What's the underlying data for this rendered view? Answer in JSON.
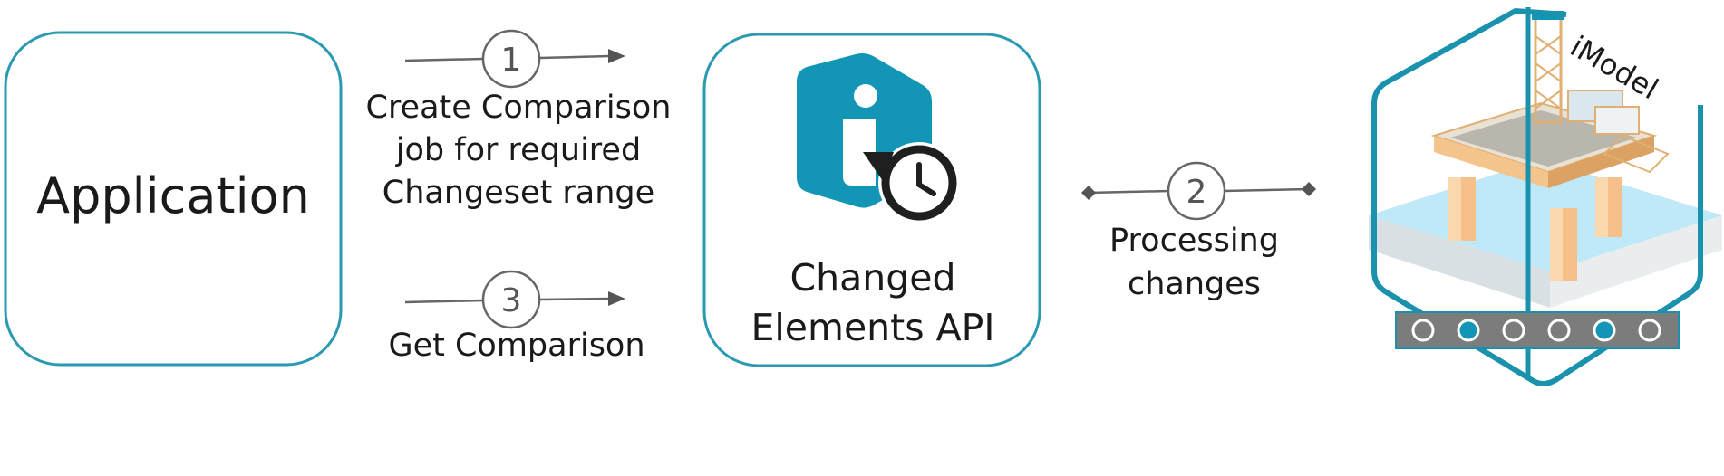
{
  "application": {
    "label": "Application"
  },
  "steps": [
    {
      "number": "1",
      "lines": [
        "Create Comparison",
        "job for required",
        "Changeset range"
      ]
    },
    {
      "number": "2",
      "lines": [
        "Processing",
        "changes"
      ]
    },
    {
      "number": "3",
      "lines": [
        "Get Comparison"
      ]
    }
  ],
  "api": {
    "label_lines": [
      "Changed",
      "Elements API"
    ],
    "icon": "changed-elements-info-history-icon"
  },
  "imodel": {
    "label": "iModel",
    "icon": "offshore-platform-icon",
    "changeset_dots": [
      false,
      true,
      false,
      false,
      true,
      false
    ]
  },
  "colors": {
    "accent": "#1396b6",
    "border": "#2a9ab2",
    "line": "#666666",
    "text": "#1a1a1a",
    "water": "#b8e6f7"
  }
}
